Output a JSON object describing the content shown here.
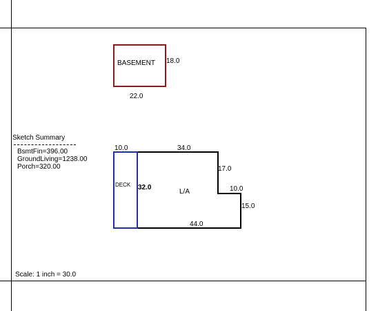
{
  "basement": {
    "label": "BASEMENT",
    "width_label": "22.0",
    "height_label": "18.0"
  },
  "summary": {
    "title": "Sketch Summary",
    "lines": [
      "BsmtFin=396.00",
      "GroundLiving=1238.00",
      "Porch=320.00"
    ]
  },
  "deck": {
    "label": "DECK",
    "width_label": "10.0",
    "height_label": "32.0"
  },
  "living": {
    "label": "L/A",
    "dim_top": "34.0",
    "dim_right_upper": "17.0",
    "dim_step": "10.0",
    "dim_right_lower": "15.0",
    "dim_bottom": "44.0"
  },
  "scale": {
    "text": "Scale: 1 inch = 30.0"
  },
  "colors": {
    "basement_outline": "#8b1a1a",
    "deck_outline": "#1f2fb0",
    "living_outline": "#000000",
    "frame": "#000000"
  }
}
